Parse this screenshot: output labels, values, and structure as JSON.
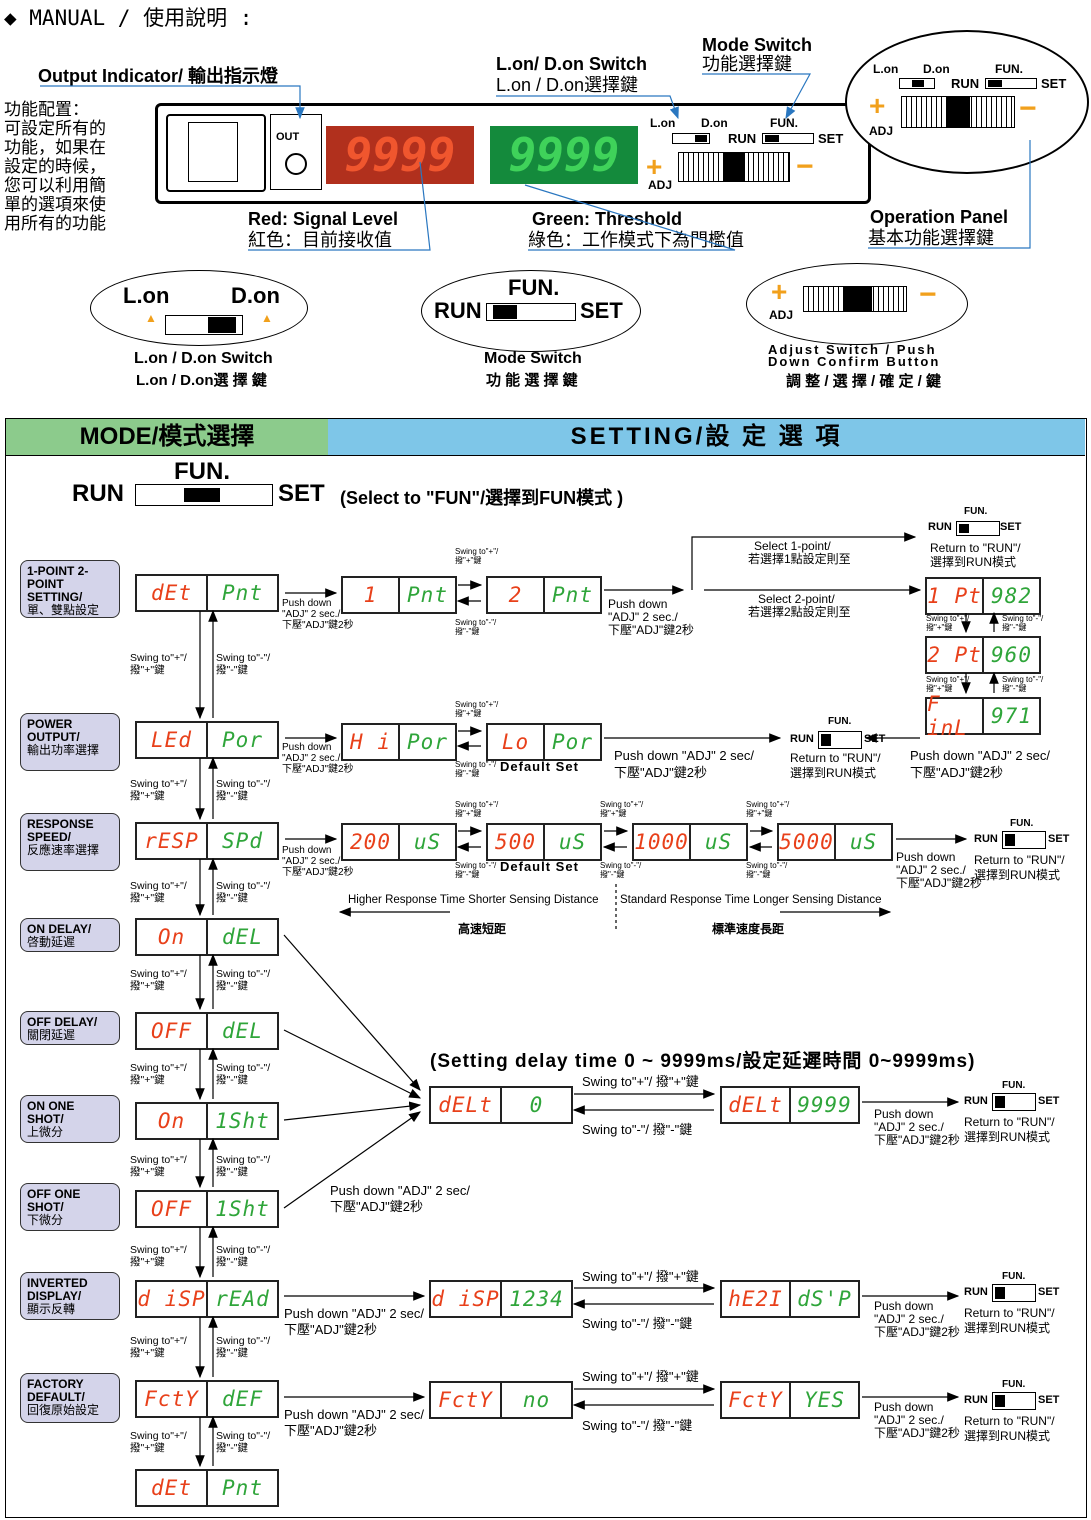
{
  "header": {
    "title": "◆ MANUAL / 使用說明 :"
  },
  "top": {
    "output_indicator": "Output Indicator/ 輸出指示燈",
    "lon_don_switch": "L.on/ D.on Switch",
    "lon_don_switch_zh": "L.on / D.on選擇鍵",
    "mode_switch": "Mode Switch",
    "mode_switch_zh": "功能選擇鍵",
    "function_config": [
      "功能配置：",
      "可設定所有的",
      "功能，如果在",
      "設定的時候，",
      "您可以利用簡",
      "單的選項來使",
      "用所有的功能"
    ],
    "out_label": "OUT",
    "red_display": "9999",
    "green_display": "9999",
    "red_label": "Red: Signal Level",
    "red_label_zh": "紅色：目前接收值",
    "green_label": "Green: Threshold",
    "green_label_zh": "綠色：工作模式下為門檻值",
    "op_panel": "Operation Panel",
    "op_panel_zh": "基本功能選擇鍵",
    "lon": "L.on",
    "don": "D.on",
    "run": "RUN",
    "fun": "FUN.",
    "set": "SET",
    "adj": "ADJ",
    "oval1_title": "L.on / D.on Switch",
    "oval1_zh": "L.on / D.on選 擇 鍵",
    "oval2_title": "Mode Switch",
    "oval2_zh": "功 能 選 擇 鍵",
    "oval3_title1": "Adjust Switch / Push",
    "oval3_title2": "Down Confirm Button",
    "oval3_zh": "調 整 / 選 擇 / 確 定 / 鍵"
  },
  "table": {
    "mode_header": "MODE/模式選擇",
    "setting_header": "SETTING/設 定 選 項",
    "select_fun": "(Select to \"FUN\"/選擇到FUN模式 )",
    "colors": {
      "mode_bg": "#8ccb8c",
      "setting_bg": "#7ec6e8",
      "label_bg": "#d4d4ea",
      "red": "#e8401a",
      "green": "#2fa53a"
    }
  },
  "modes": [
    {
      "en": "1-POINT 2-POINT SETTING/",
      "zh": "單、雙點設定",
      "l": "dEt",
      "r": "Pnt"
    },
    {
      "en": "POWER OUTPUT/",
      "zh": "輸出功率選擇",
      "l": "LEd",
      "r": "Por"
    },
    {
      "en": "RESPONSE SPEED/",
      "zh": "反應速率選擇",
      "l": "rESP",
      "r": "SPd"
    },
    {
      "en": "ON DELAY/",
      "zh": "啓動延遲",
      "l": "On",
      "r": "dEL"
    },
    {
      "en": "OFF DELAY/",
      "zh": "關閉延遲",
      "l": "OFF",
      "r": "dEL"
    },
    {
      "en": "ON ONE SHOT/",
      "zh": "上微分",
      "l": "On",
      "r": "1Sht"
    },
    {
      "en": "OFF ONE SHOT/",
      "zh": "下微分",
      "l": "OFF",
      "r": "1Sht"
    },
    {
      "en": "INVERTED DISPLAY/",
      "zh": "顯示反轉",
      "l": "d iSP",
      "r": "rEAd"
    },
    {
      "en": "FACTORY DEFAULT/",
      "zh": "回復原始設定",
      "l": "FctY",
      "r": "dEF"
    },
    {
      "en": "",
      "zh": "",
      "l": "dEt",
      "r": "Pnt"
    }
  ],
  "texts": {
    "swing_plus": "Swing to\"+\"/",
    "swing_plus_zh": "撥\"+\"鍵",
    "swing_minus": "Swing to\"-\"/",
    "swing_minus_zh": "撥\"-\"鍵",
    "push_small": "Push down",
    "push_small2": "\"ADJ\" 2 sec./",
    "push_small_zh": "下壓\"ADJ\"鍵2秒",
    "push_line": "Push down \"ADJ\" 2 sec/",
    "push_line_zh": "下壓\"ADJ\"鍵2秒",
    "select1": "Select 1-point/",
    "select1_zh": "若選擇1點設定則至",
    "select2": "Select 2-point/",
    "select2_zh": "若選擇2點設定則至",
    "return_run": "Return to \"RUN\"/",
    "return_run_zh": "選擇到RUN模式",
    "default_set": "Default Set",
    "higher": "Higher Response Time Shorter Sensing Distance",
    "higher_zh": "高速短距",
    "standard": "Standard Response Time Longer Sensing Distance",
    "standard_zh": "標準速度長距",
    "delay_title": "(Setting delay time 0 ~ 9999ms/設定延遲時間 0~9999ms)",
    "swing_plus_line": "Swing to\"+\"/ 撥\"+\"鍵",
    "swing_minus_line": "Swing to\"-\"/ 撥\"-\"鍵"
  },
  "displays": {
    "pnt1": [
      "1",
      "Pnt"
    ],
    "pnt2": [
      "2",
      "Pnt"
    ],
    "pt1": [
      "1 Pt",
      "982"
    ],
    "pt2": [
      "2 Pt",
      "960"
    ],
    "fnl": [
      "F inL",
      "971"
    ],
    "hi": [
      "H i",
      "Por"
    ],
    "lo": [
      "Lo",
      "Por"
    ],
    "r200": [
      "200",
      "uS"
    ],
    "r500": [
      "500",
      "uS"
    ],
    "r1000": [
      "1000",
      "uS"
    ],
    "r5000": [
      "5000",
      "uS"
    ],
    "delt0": [
      "dELt",
      "0"
    ],
    "delt9999": [
      "dELt",
      "9999"
    ],
    "disp1234": [
      "d iSP",
      "1234"
    ],
    "disprev": [
      "hE2I",
      "dS'P"
    ],
    "fctno": [
      "FctY",
      "no"
    ],
    "fctyes": [
      "FctY",
      "YES"
    ]
  }
}
